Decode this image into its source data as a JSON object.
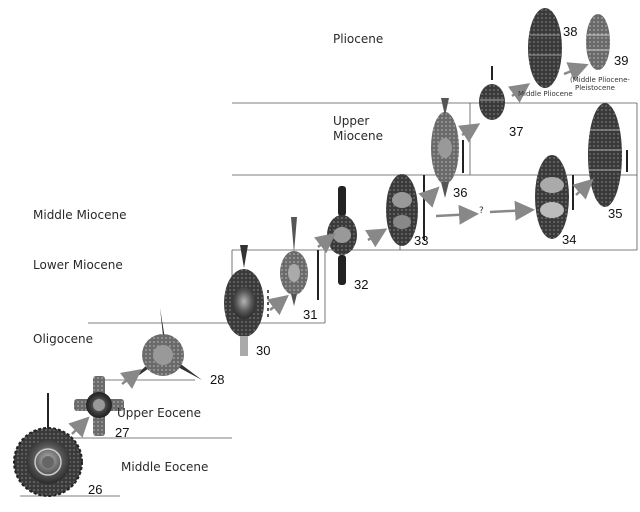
{
  "epochs": {
    "pliocene": "Pliocene",
    "upper_miocene_1": "Upper",
    "upper_miocene_2": "Miocene",
    "middle_miocene": "Middle Miocene",
    "lower_miocene": "Lower Miocene",
    "oligocene": "Oligocene",
    "upper_eocene": "Upper Eocene",
    "middle_eocene": "Middle Eocene"
  },
  "specimens": [
    "26",
    "27",
    "28",
    "30",
    "31",
    "32",
    "33",
    "34",
    "35",
    "36",
    "37",
    "38",
    "39"
  ],
  "annotations": {
    "middle_pliocene": "Middle Pliocene",
    "middle_pliocene_pleistocene_1": "(Middle Pliocene-",
    "middle_pliocene_pleistocene_2": "Pleistocene",
    "question_mark": "?"
  },
  "colors": {
    "line": "#555555",
    "fossil": "#333333",
    "arrow": "#888888"
  }
}
